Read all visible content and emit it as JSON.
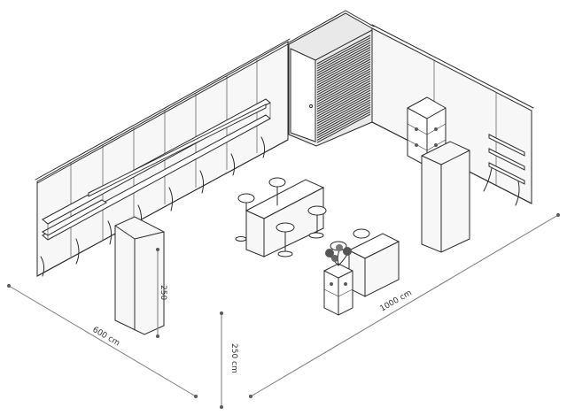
{
  "dimensions": {
    "depth_label": "600 cm",
    "height_label": "250 cm",
    "length_label": "1000 cm",
    "column_height_label": "250"
  },
  "colors": {
    "ink": "#2b2b2b",
    "dimension_line": "#7a7a7a",
    "background": "#ffffff"
  }
}
